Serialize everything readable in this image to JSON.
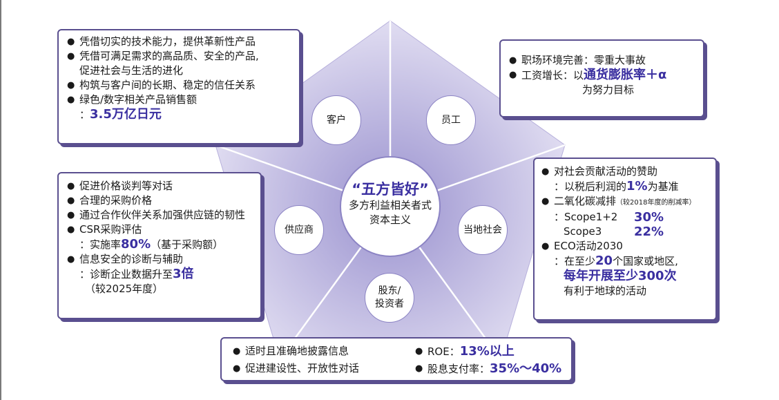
{
  "center": {
    "title": "“五方皆好”",
    "line1": "多方利益相关者式",
    "line2": "资本主义"
  },
  "nodes": {
    "customer": "客户",
    "employee": "员工",
    "supplier": "供应商",
    "community": "当地社会",
    "shareholder_1": "股东/",
    "shareholder_2": "投资者"
  },
  "customer_card": {
    "b1": "凭借切实的技术能力，提供革新性产品",
    "b2a": "凭借可满足需求的高品质、安全的产品,",
    "b2b": "促进社会与生活的进化",
    "b3": "构筑与客户间的长期、稳定的信任关系",
    "b4a": "绿色/数字相关产品销售额",
    "b4_prefix": "：",
    "b4_value": "3.5万亿日元"
  },
  "employee_card": {
    "b1": "职场环境完善：零重大事故",
    "b2_prefix": "工资增长：以",
    "b2_hl": "通货膨胀率＋α",
    "b2_suffix": "为努力目标"
  },
  "supplier_card": {
    "b1": "促进价格谈判等对话",
    "b2": "合理的采购价格",
    "b3": "通过合作伙伴关系加强供应链的韧性",
    "b4": "CSR采购评估",
    "b4_prefix": "：实施率",
    "b4_value": "80%",
    "b4_suffix": "（基于采购额）",
    "b5": "信息安全的诊断与辅助",
    "b5_prefix": "：诊断企业数据升至",
    "b5_value": "3倍",
    "b5_note": "（较2025年度）"
  },
  "community_card": {
    "b1": "对社会贡献活动的赞助",
    "b1_prefix": "：以税后利润的",
    "b1_value": "1%",
    "b1_suffix": "为基准",
    "b2": "二氧化碳减排",
    "b2_note": "（较2018年度的削减率）",
    "s12_label": "：Scope1+2",
    "s12_value": "30%",
    "s3_label": "Scope3",
    "s3_value": "22%",
    "b3": "ECO活动2030",
    "b3_prefix": "：在至少",
    "b3_value": "20",
    "b3_suffix": "个国家或地区,",
    "b3_hl": "每年开展至少300次",
    "b3_tail": "有利于地球的活动"
  },
  "shareholder_card": {
    "b1": "适时且准确地披露信息",
    "b2": "促进建设性、开放性对话",
    "b3_prefix": "ROE：",
    "b3_value": "13%以上",
    "b4_prefix": "股息支付率：",
    "b4_value": "35%～40%"
  },
  "colors": {
    "accent": "#3a2fa0",
    "border": "#5a4f8f",
    "pentagon": "#c8c2e6"
  }
}
